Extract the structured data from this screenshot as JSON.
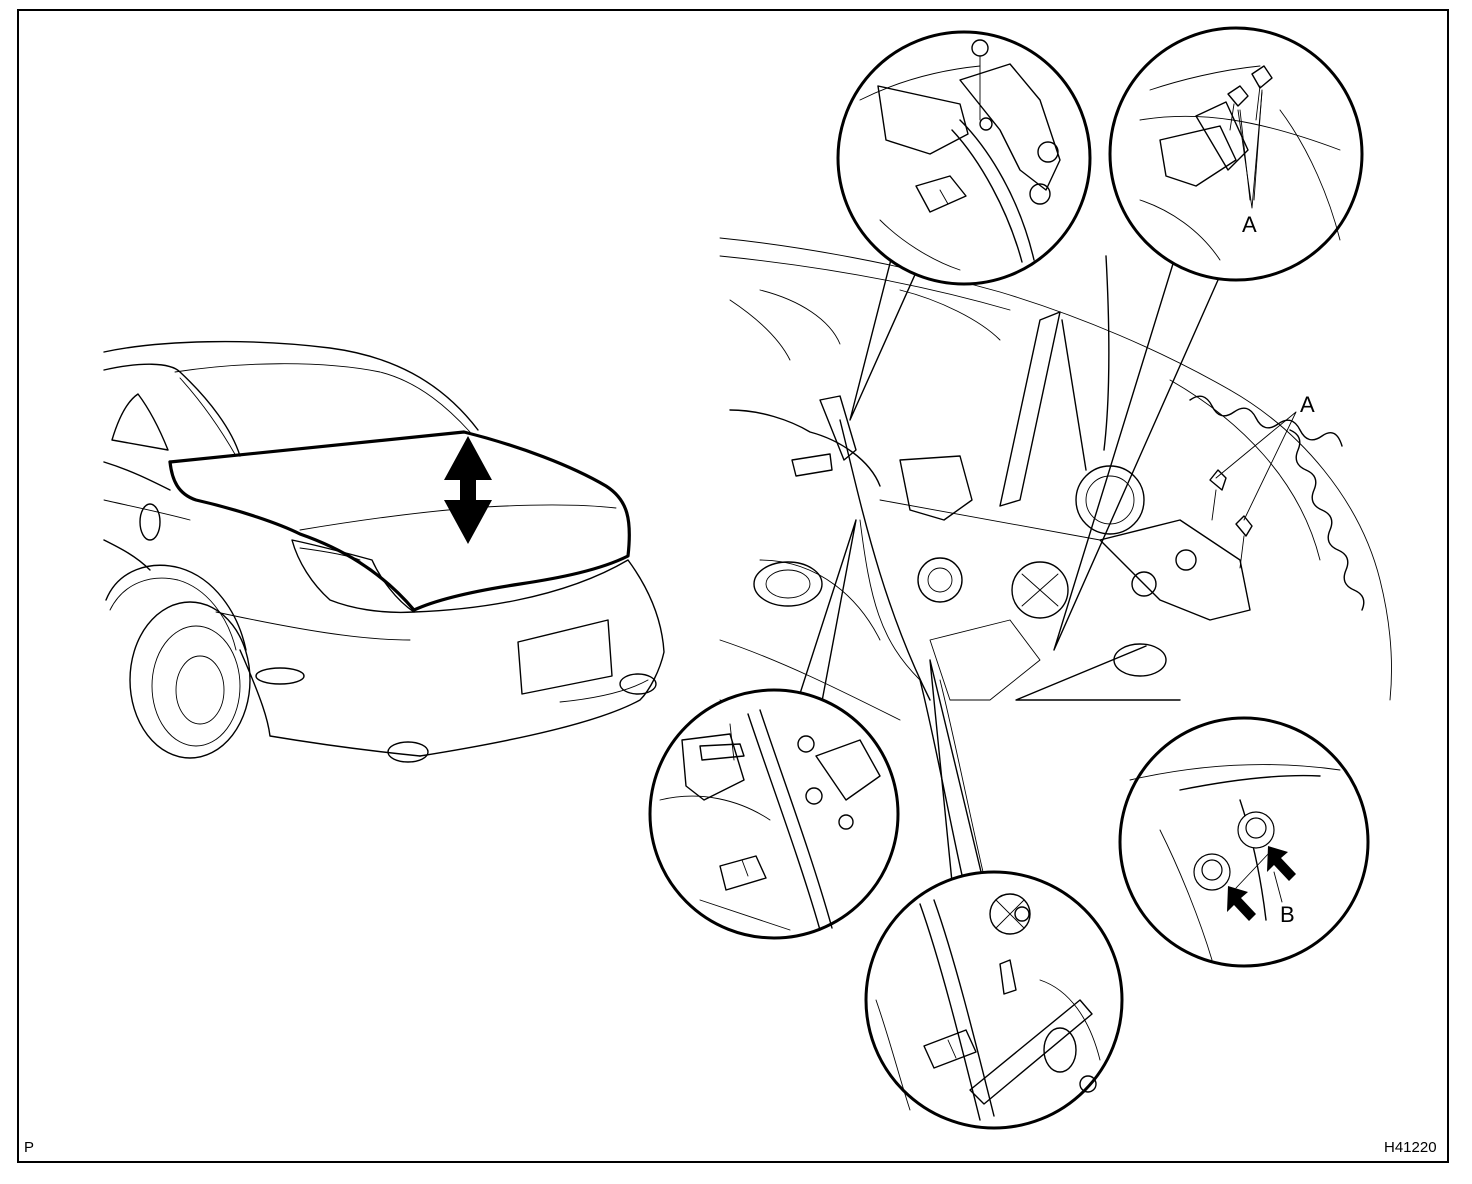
{
  "diagram": {
    "labels": {
      "a_top": "A",
      "a_right": "A",
      "b": "B"
    },
    "corner_left": "P",
    "figure_code": "H41220"
  },
  "colors": {
    "ink": "#000000",
    "paper": "#ffffff"
  }
}
